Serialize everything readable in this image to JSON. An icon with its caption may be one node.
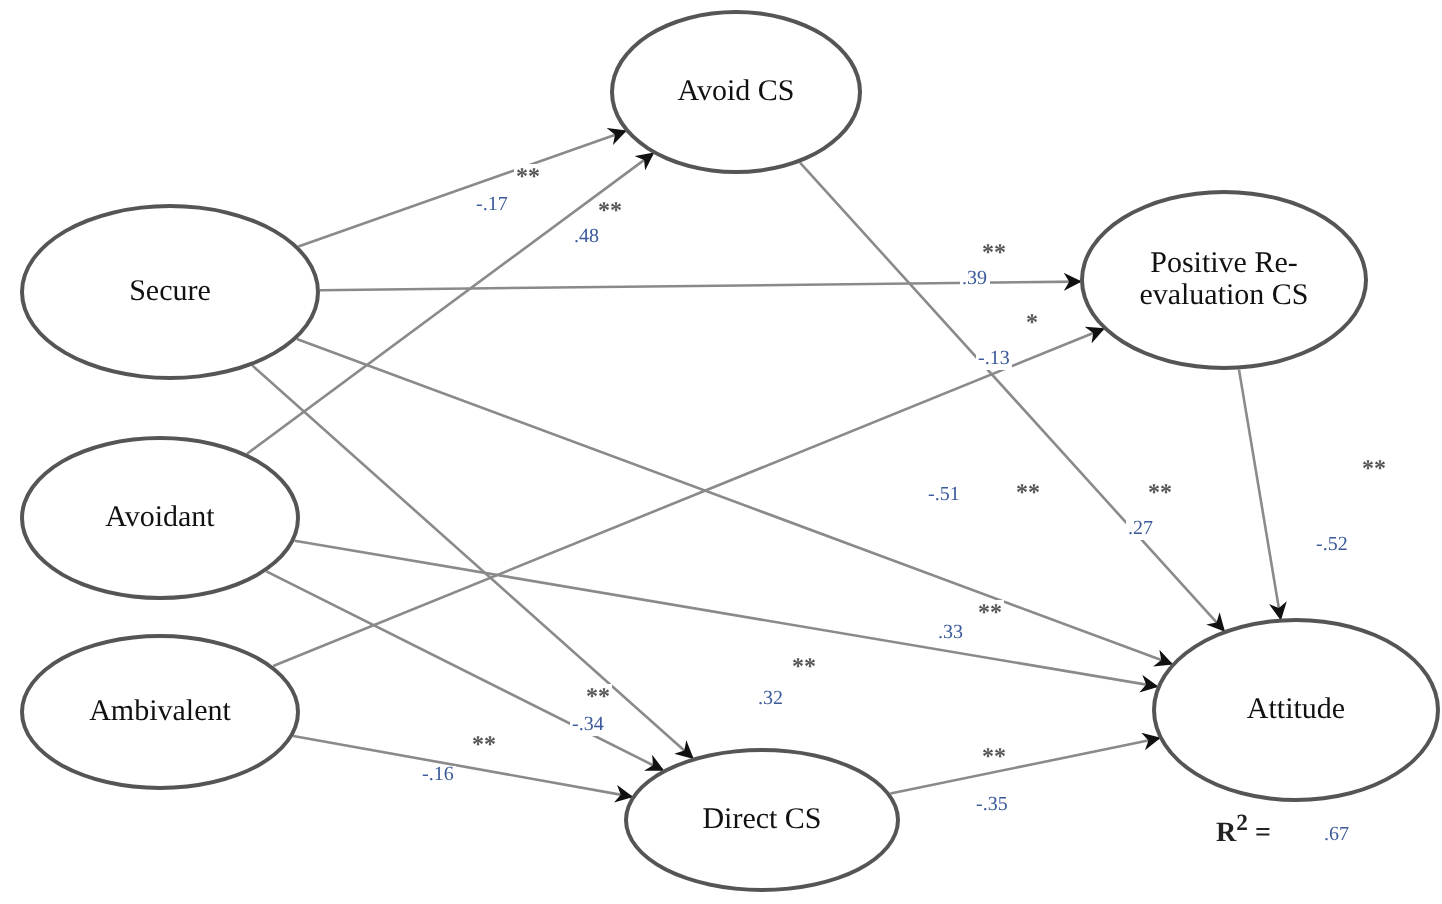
{
  "diagram": {
    "nodes": [
      {
        "text": [
          "Secure"
        ]
      },
      {
        "text": [
          "Avoidant"
        ]
      },
      {
        "text": [
          "Ambivalent"
        ]
      },
      {
        "text": [
          "Avoid CS"
        ]
      },
      {
        "text": [
          "Positive Re-evaluation CS"
        ]
      },
      {
        "text": [
          "Direct CS"
        ]
      },
      {
        "text": [
          "Attitude"
        ],
        "beside": [
          "R$^{2}$ =",
          ".67"
        ]
      }
    ],
    "edges": [
      {
        "from": 0,
        "to": 3,
        "arrow": "to",
        "label": "-.17"
      },
      {
        "from": 1,
        "to": 3,
        "arrow": "to",
        "label": ".48"
      },
      {
        "from": 0,
        "to": 4,
        "arrow": "to",
        "label": ".39"
      },
      {
        "from": 2,
        "to": 4,
        "arrow": "to",
        "label": "-.13"
      },
      {
        "from": 0,
        "to": 6,
        "arrow": "to",
        "label": "-.51"
      },
      {
        "from": 3,
        "to": 6,
        "arrow": "to",
        "label": ".27"
      },
      {
        "from": 4,
        "to": 6,
        "arrow": "to",
        "label": "-.52"
      },
      {
        "from": 1,
        "to": 6,
        "arrow": "to",
        "label": ".33"
      },
      {
        "from": 0,
        "to": 5,
        "arrow": "to",
        "label": ".32"
      },
      {
        "from": 1,
        "to": 5,
        "arrow": "to",
        "label": "-.34"
      },
      {
        "from": 2,
        "to": 5,
        "arrow": "to",
        "label": "-.16"
      },
      {
        "from": 5,
        "to": 6,
        "arrow": "to",
        "label": "-.35"
      }
    ],
    "labels": [
      "**",
      "**",
      "**",
      "*",
      "**",
      "**",
      "**",
      "**",
      "**",
      "**",
      "**",
      "**"
    ]
  }
}
